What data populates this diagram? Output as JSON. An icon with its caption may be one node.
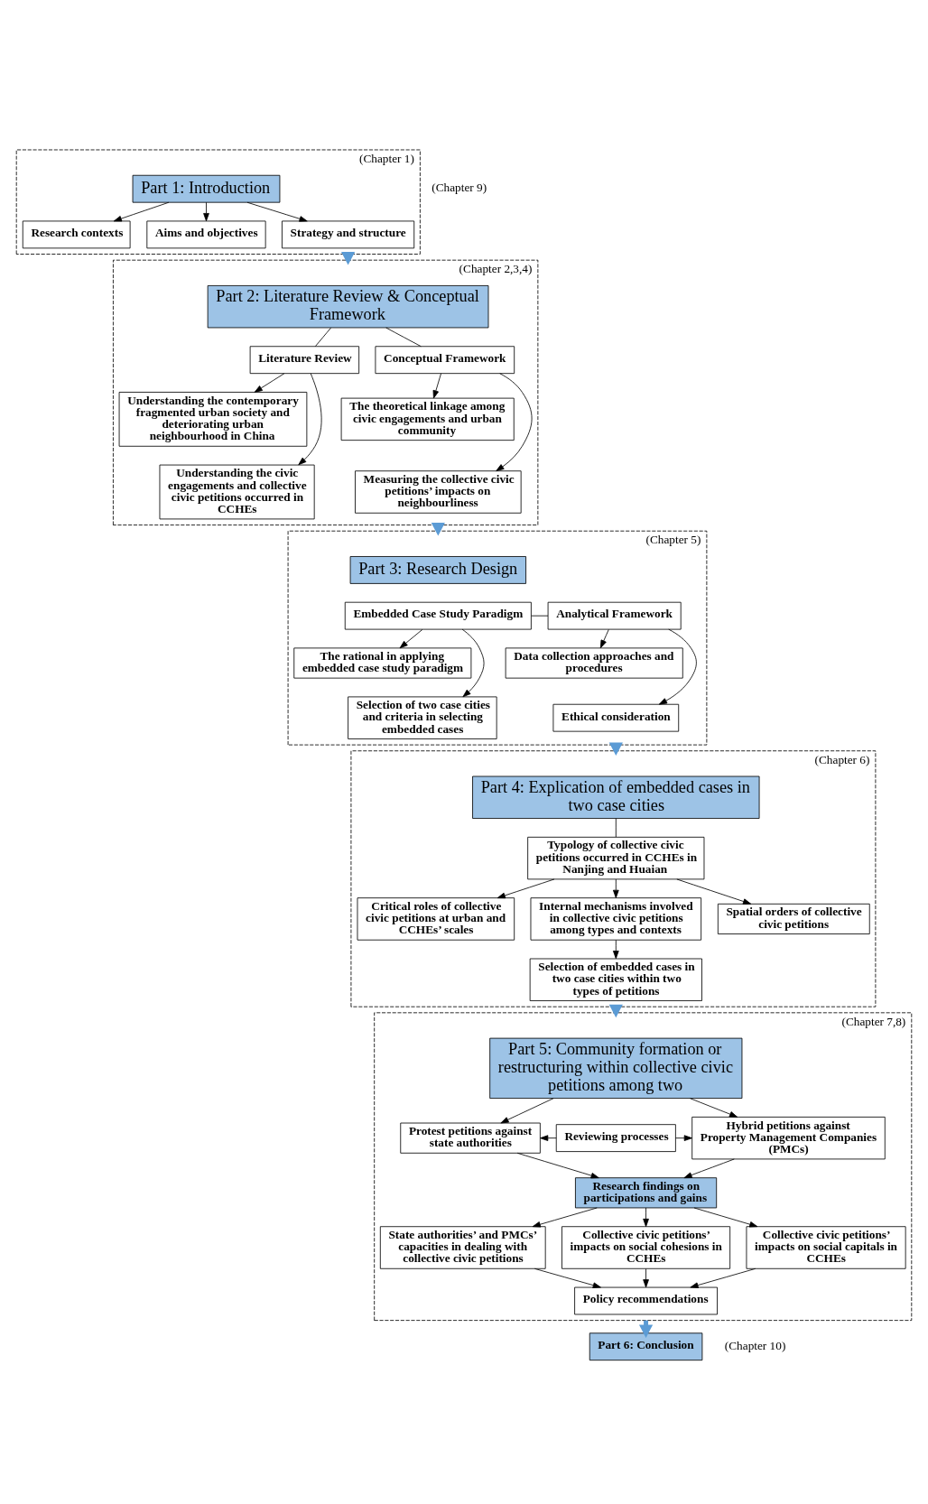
{
  "diagram": {
    "nodes": [
      {
        "text": [
          "(Chapter 1)"
        ]
      },
      {
        "text": [
          "Part 1: Introduction"
        ],
        "in": 0
      },
      {
        "text": [
          "Research contexts"
        ],
        "in": 0
      },
      {
        "text": [
          "Aims and objectives"
        ],
        "in": 0
      },
      {
        "text": [
          "Strategy and structure"
        ],
        "in": 0
      },
      {
        "text": [
          "(Chapter 2,3,4)"
        ]
      },
      {
        "text": [
          "Part 2: Literature Review & Conceptual Framework"
        ],
        "in": 5
      },
      {
        "text": [
          "Understanding the contemporary fragmented urban society and deteriorating urban neighbourhood in China"
        ],
        "in": 5
      },
      {
        "text": [
          "Understanding the civic engagements and collective civic petitions occurred in CCHEs"
        ],
        "in": 5
      },
      {
        "text": [
          "Literature Review"
        ],
        "in": 5
      },
      {
        "text": [
          "Conceptual Framework"
        ],
        "in": 5
      },
      {
        "text": [
          "The theoretical linkage among civic engagements and urban community"
        ],
        "in": 5
      },
      {
        "text": [
          "Measuring the collective civic petitions’ impacts on neighbourliness"
        ],
        "in": 5
      },
      {
        "text": [
          "(Chapter 5)"
        ]
      },
      {
        "text": [
          "Part 3: Research Design"
        ],
        "in": 13
      },
      {
        "text": [
          "The rational in applying embedded case study paradigm"
        ],
        "in": 13
      },
      {
        "text": [
          "Selection of two case cities and criteria in selecting embedded cases"
        ],
        "in": 13
      },
      {
        "text": [
          "Embedded Case Study Paradigm"
        ],
        "in": 13
      },
      {
        "text": [
          "Analytical Framework"
        ],
        "in": 13
      },
      {
        "text": [
          "Data collection approaches and procedures"
        ],
        "in": 13
      },
      {
        "text": [
          "Ethical consideration"
        ],
        "in": 13
      },
      {
        "text": [
          "(Chapter 6)"
        ]
      },
      {
        "text": [
          "Part 4: Explication of embedded cases in two case cities"
        ],
        "in": 21
      },
      {
        "text": [
          "Typology of collective civic petitions occurred in CCHEs in Nanjing and Huaian"
        ],
        "in": 21
      },
      {
        "text": [
          "Critical roles of collective civic petitions at urban and CCHEs’ scales"
        ],
        "in": 21
      },
      {
        "text": [
          "Internal mechanisms involved in collective civic petitions among types and contexts"
        ],
        "in": 21
      },
      {
        "text": [
          "Spatial orders of collective civic petitions"
        ],
        "in": 21
      },
      {
        "text": [
          "Selection of embedded cases in two case cities within two types of petitions"
        ],
        "in": 21
      },
      {
        "text": [
          "(Chapter 7,8)"
        ]
      },
      {
        "text": [
          "Part 5: Community formation or restructuring within collective civic petitions among two"
        ],
        "in": 28
      },
      {
        "text": [
          "Protest petitions against state authorities"
        ],
        "in": 28
      },
      {
        "text": [
          "Reviewing processes"
        ],
        "in": 28
      },
      {
        "text": [
          "Hybrid petitions against Property Management Companies (PMCs)"
        ],
        "in": 28
      },
      {
        "text": [
          "Research findings on participations and gains"
        ],
        "in": 28
      },
      {
        "text": [
          "State authorities’ and PMCs’ capacities in dealing with collective civic petitions"
        ],
        "in": 28
      },
      {
        "text": [
          "Collective civic petitions’ impacts on social cohesions in CCHEs"
        ],
        "in": 28
      },
      {
        "text": [
          "Collective civic petitions’ impacts on social capitals in CCHEs"
        ],
        "in": 28
      },
      {
        "text": [
          "Policy recommendations"
        ],
        "in": 28
      },
      {
        "text": [
          "Part 6: Conclusion"
        ],
        "beside": [
          "(Chapter 10)"
        ]
      }
    ],
    "edges": [
      {
        "from": 1,
        "to": 2,
        "arrow": "to"
      },
      {
        "from": 1,
        "to": 3,
        "arrow": "to"
      },
      {
        "from": 1,
        "to": 4,
        "arrow": "to"
      },
      {
        "from": 0,
        "to": 5,
        "arrow": "to",
        "style": "thick",
        "color": "#5b9bd5"
      },
      {
        "from": 6,
        "to": 9,
        "arrow": "none"
      },
      {
        "from": 6,
        "to": 10,
        "arrow": "none"
      },
      {
        "from": 9,
        "to": 7,
        "arrow": "to"
      },
      {
        "from": 9,
        "to": 8,
        "arrow": "to"
      },
      {
        "from": 10,
        "to": 11,
        "arrow": "to"
      },
      {
        "from": 10,
        "to": 12,
        "arrow": "to"
      },
      {
        "from": 5,
        "to": 13,
        "arrow": "to",
        "style": "thick",
        "color": "#5b9bd5"
      },
      {
        "from": 17,
        "to": 18,
        "arrow": "none"
      },
      {
        "from": 17,
        "to": 15,
        "arrow": "to"
      },
      {
        "from": 17,
        "to": 16,
        "arrow": "to"
      },
      {
        "from": 18,
        "to": 19,
        "arrow": "to"
      },
      {
        "from": 18,
        "to": 20,
        "arrow": "to"
      },
      {
        "from": 13,
        "to": 21,
        "arrow": "to",
        "style": "thick",
        "color": "#5b9bd5"
      },
      {
        "from": 22,
        "to": 23,
        "arrow": "none"
      },
      {
        "from": 23,
        "to": 24,
        "arrow": "to"
      },
      {
        "from": 23,
        "to": 25,
        "arrow": "to"
      },
      {
        "from": 23,
        "to": 26,
        "arrow": "to"
      },
      {
        "from": 25,
        "to": 27,
        "arrow": "to"
      },
      {
        "from": 21,
        "to": 28,
        "arrow": "to",
        "style": "thick",
        "color": "#5b9bd5"
      },
      {
        "from": 29,
        "to": 30,
        "arrow": "to"
      },
      {
        "from": 29,
        "to": 32,
        "arrow": "to"
      },
      {
        "from": 31,
        "to": 30,
        "arrow": "to"
      },
      {
        "from": 31,
        "to": 32,
        "arrow": "to"
      },
      {
        "from": 30,
        "to": 33,
        "arrow": "to"
      },
      {
        "from": 32,
        "to": 33,
        "arrow": "to"
      },
      {
        "from": 33,
        "to": 34,
        "arrow": "to"
      },
      {
        "from": 33,
        "to": 35,
        "arrow": "to"
      },
      {
        "from": 33,
        "to": 36,
        "arrow": "to"
      },
      {
        "from": 34,
        "to": 37,
        "arrow": "to"
      },
      {
        "from": 35,
        "to": 37,
        "arrow": "to"
      },
      {
        "from": 36,
        "to": 37,
        "arrow": "to"
      },
      {
        "from": 28,
        "to": 38,
        "arrow": "to",
        "style": "thick",
        "color": "#5b9bd5"
      }
    ],
    "labels": [
      "(Chapter 9)"
    ]
  }
}
